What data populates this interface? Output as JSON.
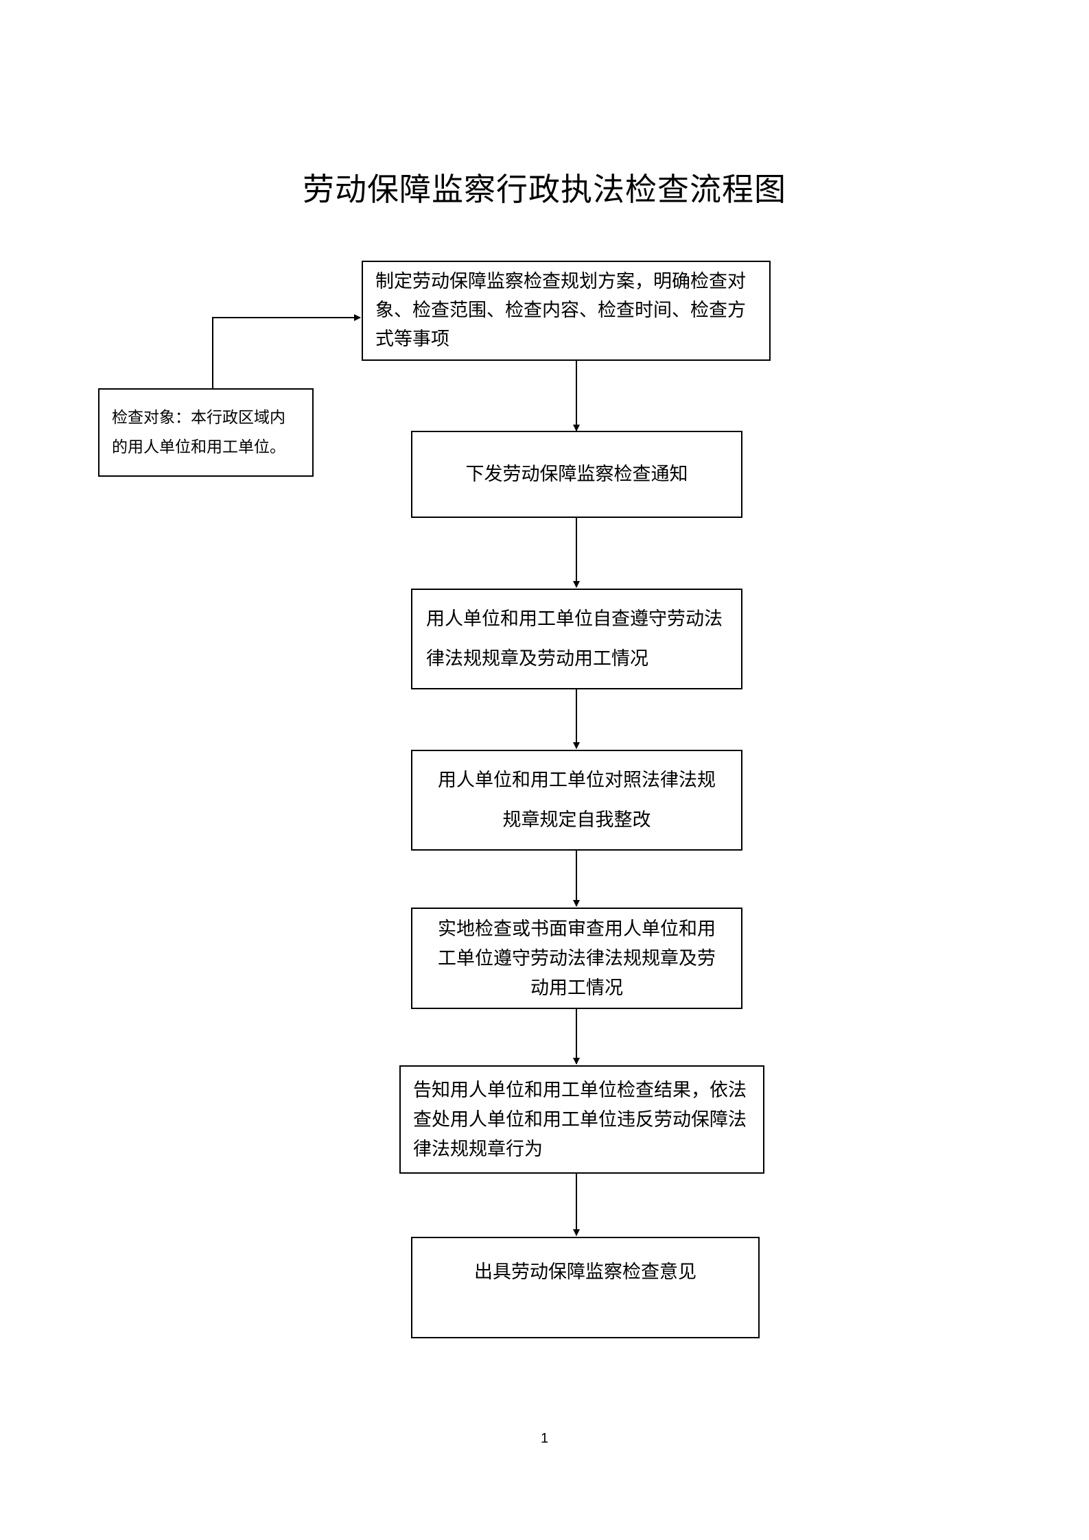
{
  "title": "劳动保障监察行政执法检查流程图",
  "side_note": "检查对象：本行政区域内的用人单位和用工单位。",
  "steps": [
    "制定劳动保障监察检查规划方案，明确检查对象、检查范围、检查内容、检查时间、检查方式等事项",
    "下发劳动保障监察检查通知",
    "用人单位和用工单位自查遵守劳动法律法规规章及劳动用工情况",
    "用人单位和用工单位对照法律法规规章规定自我整改",
    "实地检查或书面审查用人单位和用工单位遵守劳动法律法规规章及劳动用工情况",
    "告知用人单位和用工单位检查结果，依法查处用人单位和用工单位违反劳动保障法律法规规章行为",
    "出具劳动保障监察检查意见"
  ],
  "page_number": "1"
}
